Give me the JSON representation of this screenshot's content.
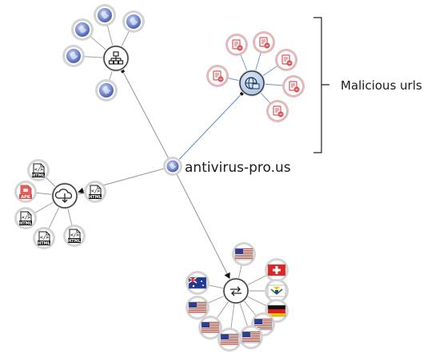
{
  "root": {
    "label": "antivirus-pro.us",
    "icon": "globe-icon"
  },
  "bracket": {
    "label": "Malicious urls"
  },
  "clusters": [
    {
      "name": "network",
      "hub_icon": "network-hierarchy-icon",
      "leaf_icon": "globe-icon",
      "leaves": [
        {},
        {},
        {},
        {},
        {}
      ]
    },
    {
      "name": "malicious-urls",
      "hub_icon": "url-globe-icon",
      "leaf_icon": "malicious-url-document-icon",
      "leaves": [
        {},
        {},
        {},
        {},
        {},
        {}
      ]
    },
    {
      "name": "downloads",
      "hub_icon": "cloud-download-icon",
      "leaf_icon": "file-icon",
      "leaves": [
        {
          "type": "html",
          "tag": "HTML"
        },
        {
          "type": "html",
          "tag": "HTML"
        },
        {
          "type": "apk",
          "tag": "APK"
        },
        {
          "type": "html",
          "tag": "HTML"
        },
        {
          "type": "html",
          "tag": "HTML"
        },
        {
          "type": "html",
          "tag": "HTML"
        }
      ]
    },
    {
      "name": "countries",
      "hub_icon": "exchange-arrows-icon",
      "leaf_icon": "flag-icon",
      "leaves": [
        {
          "flag": "us"
        },
        {
          "flag": "ch"
        },
        {
          "flag": "vi"
        },
        {
          "flag": "de"
        },
        {
          "flag": "us"
        },
        {
          "flag": "us"
        },
        {
          "flag": "us"
        },
        {
          "flag": "us"
        },
        {
          "flag": "us"
        },
        {
          "flag": "au"
        }
      ]
    }
  ],
  "colors": {
    "edge": "#9a9a9a",
    "edge_highlight": "#5f95d6",
    "leaf_ring": "#d4d4d4",
    "hub_ring": "#3a3a3a",
    "globe": "#6f84c4",
    "malicious_ring": "#e3b8b8",
    "malicious_icon": "#d6585d",
    "text": "#1b1b1b"
  }
}
